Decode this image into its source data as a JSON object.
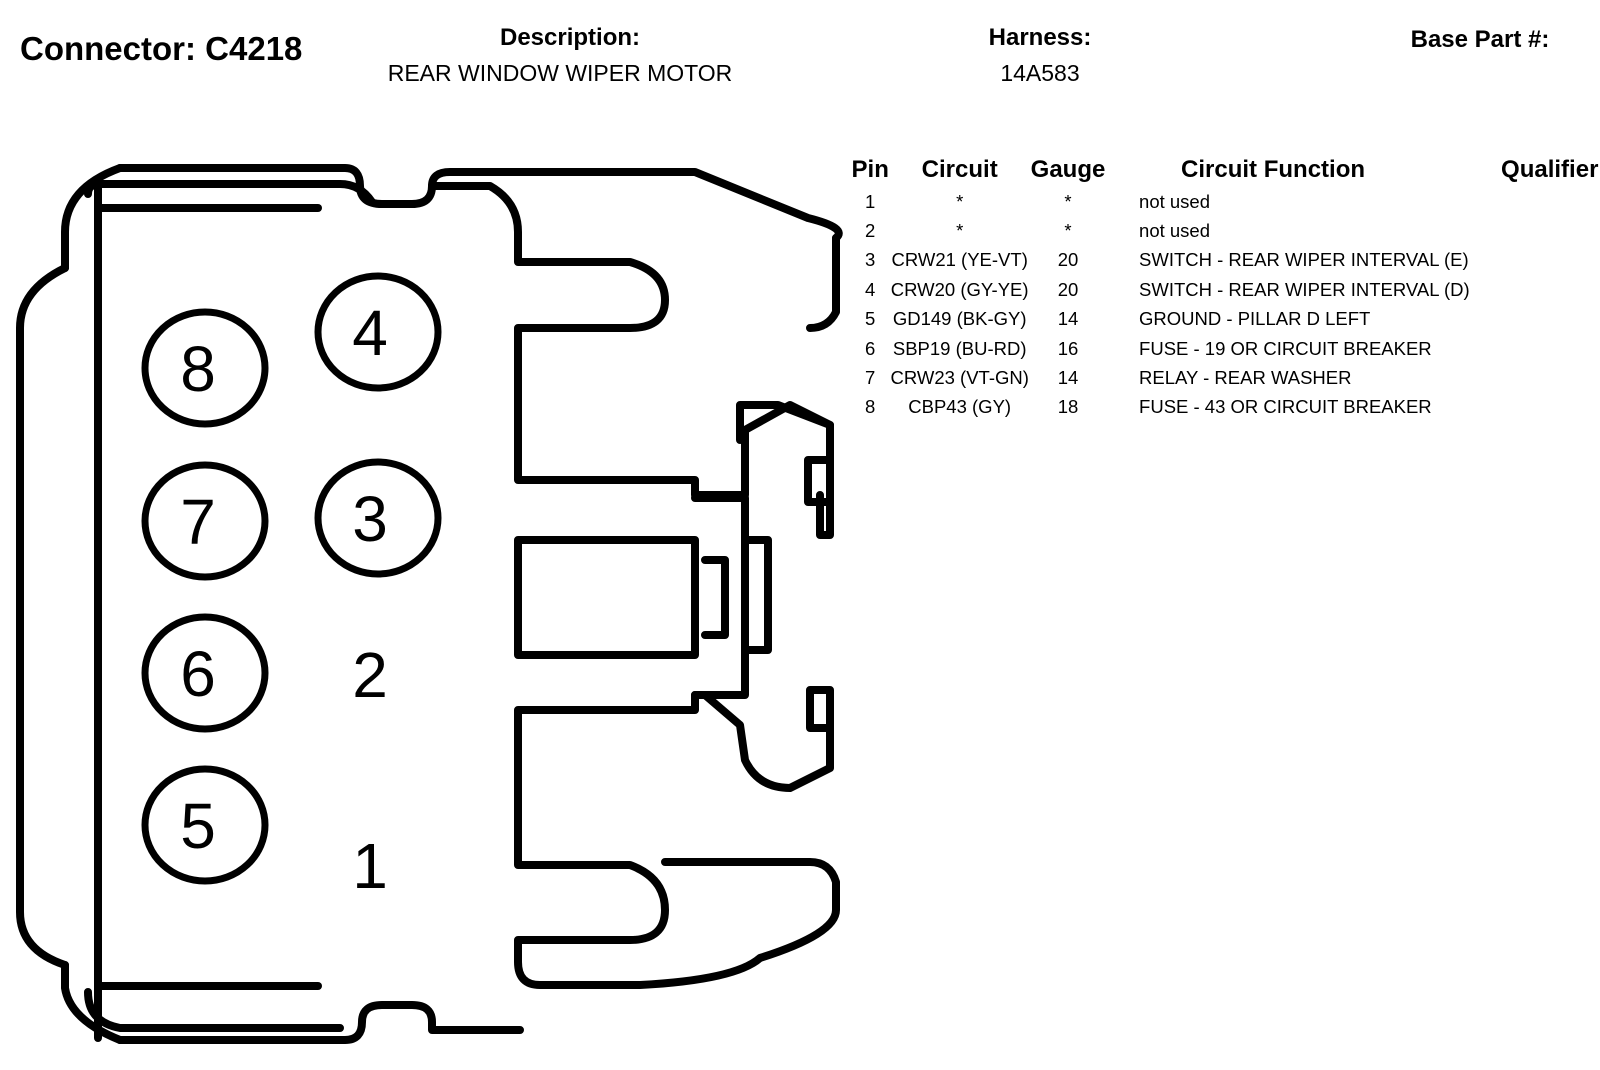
{
  "header": {
    "connector_title": "Connector: C4218",
    "description_label": "Description:",
    "description_value": "REAR WINDOW WIPER MOTOR",
    "harness_label": "Harness:",
    "harness_value": "14A583",
    "base_part_label": "Base Part #:"
  },
  "table": {
    "headers": {
      "pin": "Pin",
      "circuit": "Circuit",
      "gauge": "Gauge",
      "function": "Circuit Function",
      "qualifier": "Qualifier"
    },
    "rows": [
      {
        "pin": "1",
        "circuit": "*",
        "gauge": "*",
        "function": "not used",
        "qualifier": ""
      },
      {
        "pin": "2",
        "circuit": "*",
        "gauge": "*",
        "function": "not used",
        "qualifier": ""
      },
      {
        "pin": "3",
        "circuit": "CRW21 (YE-VT)",
        "gauge": "20",
        "function": "SWITCH - REAR WIPER INTERVAL (E)",
        "qualifier": ""
      },
      {
        "pin": "4",
        "circuit": "CRW20 (GY-YE)",
        "gauge": "20",
        "function": "SWITCH - REAR WIPER INTERVAL (D)",
        "qualifier": ""
      },
      {
        "pin": "5",
        "circuit": "GD149 (BK-GY)",
        "gauge": "14",
        "function": "GROUND - PILLAR D LEFT",
        "qualifier": ""
      },
      {
        "pin": "6",
        "circuit": "SBP19 (BU-RD)",
        "gauge": "16",
        "function": "FUSE - 19 OR CIRCUIT BREAKER",
        "qualifier": ""
      },
      {
        "pin": "7",
        "circuit": "CRW23 (VT-GN)",
        "gauge": "14",
        "function": "RELAY - REAR WASHER",
        "qualifier": ""
      },
      {
        "pin": "8",
        "circuit": "CBP43 (GY)",
        "gauge": "18",
        "function": "FUSE - 43 OR CIRCUIT BREAKER",
        "qualifier": ""
      }
    ]
  },
  "diagram": {
    "cavities": [
      "1",
      "2",
      "3",
      "4",
      "5",
      "6",
      "7",
      "8"
    ]
  }
}
